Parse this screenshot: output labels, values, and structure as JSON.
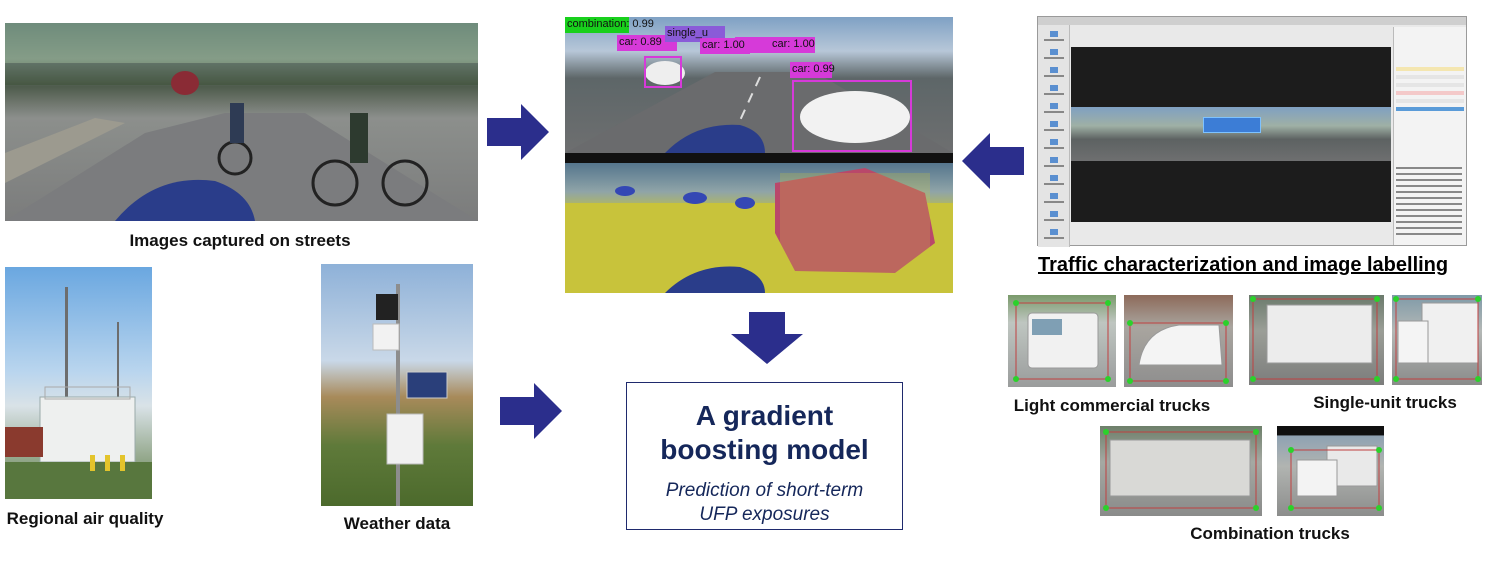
{
  "captions": {
    "streets": "Images captured on streets",
    "air_quality": "Regional air quality",
    "weather": "Weather data",
    "light_trucks": "Light commercial trucks",
    "single_unit": "Single-unit trucks",
    "combination": "Combination trucks"
  },
  "traffic_title": "Traffic characterization and image labelling",
  "model": {
    "title_line1": "A gradient",
    "title_line2": "boosting model",
    "subtitle_line1": "Prediction of short-term",
    "subtitle_line2": "UFP exposures"
  },
  "detections": {
    "labels": [
      "combination: 0.99",
      "car: 0.89",
      "single_u",
      "car: 1.00",
      "car: 1.00",
      "car: 0.99"
    ]
  },
  "colors": {
    "arrow": "#2b2e8c",
    "box_border": "#1f2a6d",
    "title_text": "#15275a",
    "detection_box": "#d63ad9",
    "detection_green": "#18d01c",
    "mask_yellow": "#c8c33b"
  }
}
